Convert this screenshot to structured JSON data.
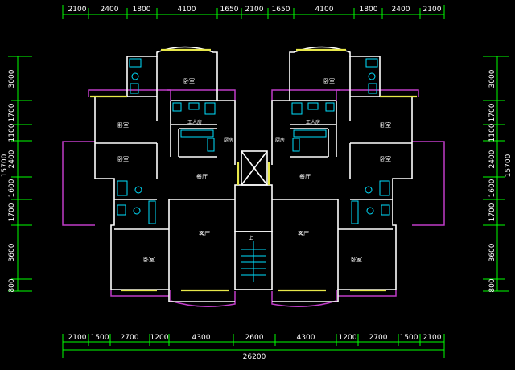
{
  "colors": {
    "background": "#000000",
    "walls": "#ffffff",
    "dimension_lines": "#00ff00",
    "balconies": "#c03cc8",
    "windows": "#e8e84a",
    "fixtures": "#00e0ff",
    "room_labels": "#ffffff"
  },
  "dimensions": {
    "top": [
      "2100",
      "2400",
      "1800",
      "4100",
      "1650",
      "2100",
      "1650",
      "4100",
      "1800",
      "2400",
      "2100"
    ],
    "bottom": [
      "2100",
      "1500",
      "2700",
      "1200",
      "4300",
      "2600",
      "4300",
      "1200",
      "2700",
      "1500",
      "2100"
    ],
    "bottom_total": "26200",
    "left": [
      "3000",
      "1700",
      "1100",
      "2400",
      "1600",
      "1700",
      "3600",
      "800"
    ],
    "left_total": "15700",
    "right": [
      "3000",
      "1700",
      "1100",
      "2400",
      "1600",
      "1700",
      "3600",
      "800"
    ],
    "right_total": "15700"
  },
  "rooms": {
    "bedroom": "卧室",
    "living_room": "客厅",
    "dining_room": "餐厅",
    "kitchen": "厨房",
    "maid_room": "工人房",
    "stair_up": "上"
  }
}
